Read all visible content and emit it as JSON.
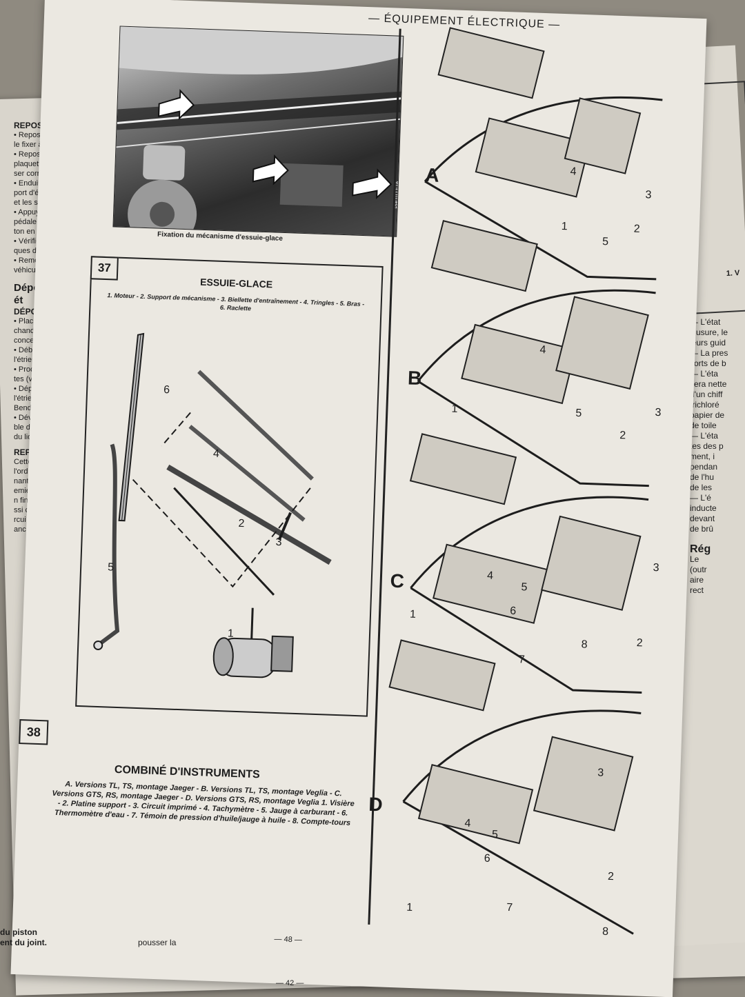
{
  "section_header": "ÉQUIPEMENT ÉLECTRIQUE",
  "left_column": {
    "heading_repose": "REPOSE",
    "lines": [
      "• Reposer le c",
      "le fixer à l'aid",
      "• Reposer l'er",
      "plaquettes en",
      "ser correcten",
      "• Enduire les",
      "port d'étrier c",
      "et les serrer",
      "• Appuyer",
      "pédale de fre",
      "ton en conta",
      "• Vérifier la",
      "ques de frei",
      "• Remonter",
      "véhicule au"
    ],
    "heading_depose_big": "Dépose d'un ét",
    "heading_depose": "DÉPOSE",
    "lines2": [
      "• Placer",
      "chandelles",
      "concerné.",
      "• Débloq",
      "l'étrier.",
      "• Procéd",
      "tes (voir",
      "• Dépos",
      "l'étrier s",
      "Bendix).",
      "• Dévis",
      "ble de l'",
      "du liquic"
    ],
    "heading_repos": "REPOS",
    "lines3": [
      "Cette",
      "l'ordre",
      "nant s",
      "emier",
      "n fin",
      "ssi c",
      "rcui",
      "ance"
    ]
  },
  "photo": {
    "caption": "Fixation du mécanisme d'essuie-glace",
    "credit": "PHOTO ETA"
  },
  "figure_37": {
    "number": "37",
    "title": "ESSUIE-GLACE",
    "legend": "1. Moteur - 2. Support de mécanisme - 3. Biellette d'entraînement - 4. Tringles - 5. Bras - 6. Raclette",
    "callouts": [
      "1",
      "2",
      "3",
      "4",
      "5",
      "6"
    ]
  },
  "figure_38": {
    "number": "38",
    "title": "COMBINÉ D'INSTRUMENTS",
    "legend": "A. Versions TL, TS, montage Jaeger - B. Versions TL, TS, montage Veglia - C. Versions GTS, RS, montage Jaeger - D. Versions GTS, RS, montage Veglia 1. Visière - 2. Platine support - 3. Circuit imprimé - 4. Tachymètre - 5. Jauge à carburant - 6. Thermomètre d'eau - 7. Témoin de pression d'huile/jauge à huile - 8. Compte-tours",
    "variants": [
      "A",
      "B",
      "C",
      "D"
    ],
    "callouts_A": [
      "4",
      "3",
      "1",
      "2",
      "5"
    ],
    "callouts_B": [
      "4",
      "1",
      "5",
      "2",
      "3"
    ],
    "callouts_C": [
      "3",
      "4",
      "5",
      "6",
      "1",
      "8",
      "7",
      "2"
    ],
    "callouts_D": [
      "3",
      "4",
      "5",
      "6",
      "2",
      "7",
      "1",
      "8"
    ]
  },
  "right_column": {
    "lines": [
      "— L'état",
      "d'usure, le",
      "leurs guid",
      "— La pres",
      "sorts de b",
      "— L'éta",
      "sera nette",
      "d'un chiff",
      "trichloré",
      "papier de",
      "de toile",
      "— L'éta",
      "tes des p",
      "ment, i",
      "pendan",
      "de l'hu",
      "de les",
      "— L'é",
      "inducte",
      "devant",
      "de brû"
    ],
    "heading": "Rég",
    "lines2": [
      "Le",
      "(outr",
      "aire",
      "rect"
    ],
    "fig_label": "1. V"
  },
  "footer": {
    "left_lines": [
      "du piston",
      "ent du joint."
    ],
    "mid_text": "pousser la",
    "page_48": "— 48 —",
    "page_42": "— 42 —"
  }
}
